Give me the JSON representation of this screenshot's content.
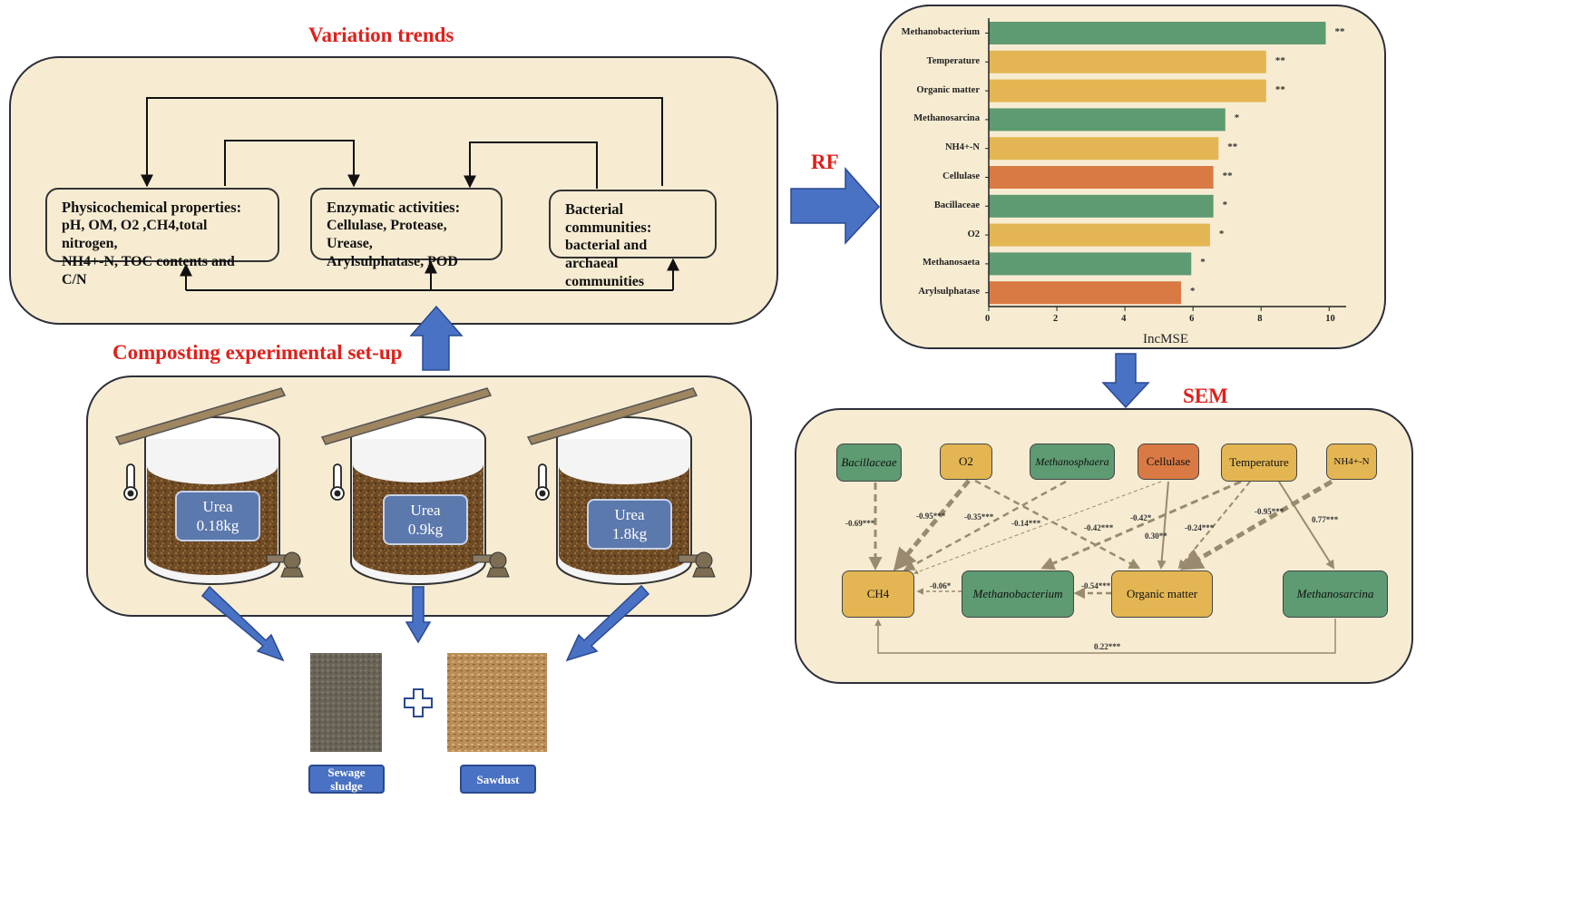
{
  "titles": {
    "variation": "Variation  trends",
    "composting": "Composting experimental set-up",
    "rf": "RF",
    "sem": "SEM"
  },
  "variation": {
    "physico": {
      "line1": "Physicochemical properties:",
      "line2": "pH, OM, O2 ,CH4,total nitrogen,",
      "line3": "NH4+-N, TOC contents and C/N"
    },
    "enzyme": {
      "line1": "Enzymatic activities:",
      "line2": "Cellulase, Protease, Urease,",
      "line3": "Arylsulphatase, POD"
    },
    "bacteria": {
      "line1": "Bacterial communities:",
      "line2": "bacterial and archaeal",
      "line3": "communities"
    }
  },
  "composting": {
    "reactors": [
      {
        "label": "Urea",
        "amount": "0.18kg"
      },
      {
        "label": "Urea",
        "amount": "0.9kg"
      },
      {
        "label": "Urea",
        "amount": "1.8kg"
      }
    ],
    "materials": {
      "sludge": "Sewage sludge",
      "sawdust": "Sawdust",
      "plus": "+"
    }
  },
  "chart_data": {
    "type": "bar",
    "orientation": "horizontal",
    "categories": [
      "Methanobacterium",
      "Temperature",
      "Organic matter",
      "Methanosarcina",
      "NH4+-N",
      "Cellulase",
      "Bacillaceae",
      "O2",
      "Methanosaeta",
      "Arylsulphatase"
    ],
    "values": [
      9.9,
      8.15,
      8.15,
      6.95,
      6.75,
      6.6,
      6.6,
      6.5,
      5.95,
      5.65
    ],
    "significance": [
      "**",
      "**",
      "**",
      "*",
      "**",
      "**",
      "*",
      "*",
      "*",
      "*"
    ],
    "group": [
      "microbe",
      "environment",
      "environment",
      "microbe",
      "environment",
      "enzyme",
      "microbe",
      "environment",
      "microbe",
      "enzyme"
    ],
    "colors": {
      "microbe": "#5e9a72",
      "environment": "#e3b653",
      "enzyme": "#d97a45"
    },
    "xlabel": "IncMSE",
    "xlim": [
      0,
      10.5
    ],
    "xticks": [
      0,
      2,
      4,
      6,
      8,
      10
    ],
    "grid": false
  },
  "sem": {
    "nodes": {
      "bacillaceae": "Bacillaceae",
      "o2": "O2",
      "methanosphaera": "Methanosphaera",
      "cellulase": "Cellulase",
      "temperature": "Temperature",
      "nh4": "NH4+-N",
      "ch4": "CH4",
      "methanobacterium": "Methanobacterium",
      "organic_matter": "Organic matter",
      "methanosarcina": "Methanosarcina"
    },
    "coefficients": {
      "bac_ch4": "-0.69***",
      "o2_ch4": "-0.95***",
      "msph_ch4": "-0.35***",
      "cel_ch4": "-0.14***",
      "o2_om": "-0.42***",
      "temp_mb": "-0.42*",
      "cel_om": "0.30**",
      "temp_om": "-0.24***",
      "nh4_om": "-0.95***",
      "temp_ms": "0.77***",
      "mb_ch4": "-0.06*",
      "om_mb": "-0.54***",
      "ms_ch4": "0.22***"
    }
  }
}
